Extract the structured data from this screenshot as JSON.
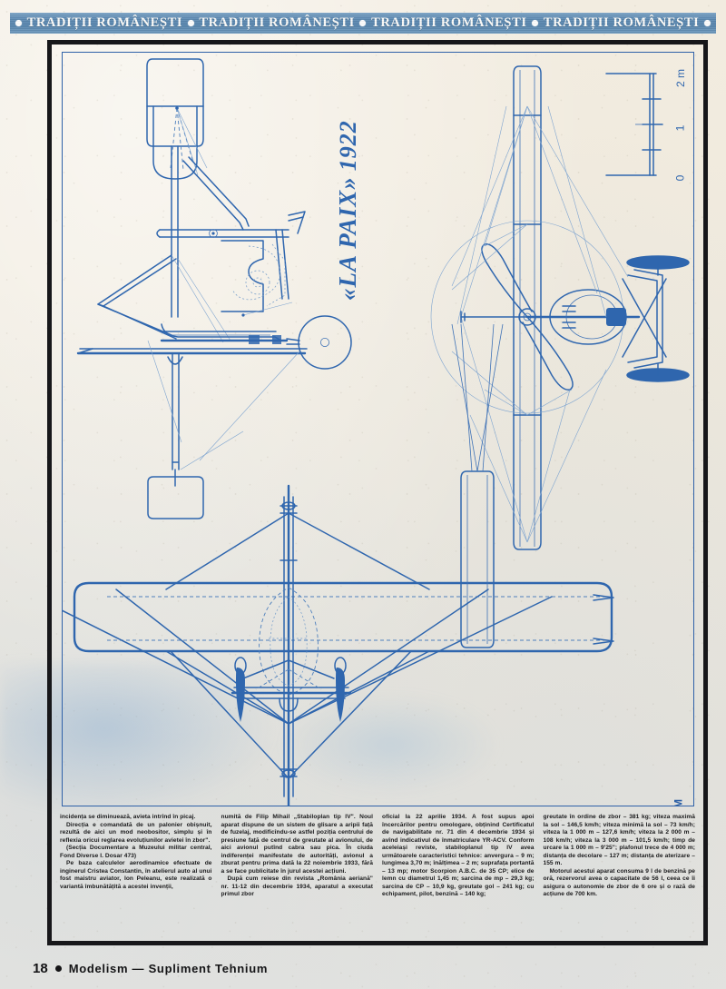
{
  "banner": {
    "repeats": [
      {
        "text": "TRADIȚII ROMÂNEȘTI"
      },
      {
        "text": "TRADIȚII ROMÂNEȘTI"
      },
      {
        "text": "TRADIȚII ROMÂNEȘTI"
      },
      {
        "text": "TRADIȚII ROMÂNEȘTI"
      }
    ],
    "bg_color": "#5f8cb4",
    "text_color": "#fdfdfb"
  },
  "plate": {
    "title_name": "«LA PAIX»",
    "title_year": "1922",
    "signature": "AM",
    "ink_color": "#2f66ae",
    "scale": {
      "unit_top": "2 m",
      "ticks": [
        "2 m",
        "1",
        "0"
      ]
    },
    "views": [
      {
        "name": "side-elevation-view"
      },
      {
        "name": "front-elevation-view"
      },
      {
        "name": "plan-top-view"
      }
    ]
  },
  "article": {
    "columns": [
      {
        "paragraphs": [
          "incidența se diminuează, avieta intrînd în picaj.",
          "Direcția e comandată de un palonier obișnuit, rezultă de aici un mod neobositor, simplu și în reflexia oricui reglarea evoluțiunilor avietei în zbor\".",
          "(Secția Documentare a Muzeului militar central, Fond Diverse I. Dosar 473)",
          "Pe baza calculelor aerodinamice efectuate de inginerul Cristea Constantin, în atelierul auto al unui fost maistru aviator, Ion Peleanu, este realizată o variantă îmbunătățită a acestei invenții,"
        ]
      },
      {
        "paragraphs": [
          "numită de Filip Mihail „Stabiloplan tip IV\". Noul aparat dispune de un sistem de glisare a aripii față de fuzelaj, modificîndu-se astfel poziția centrului de presiune față de centrul de greutate al avionului, de aici avionul putînd cabra sau pica. În ciuda indiferenței manifestate de autorități, avionul a zburat pentru prima dată la 22 noiembrie 1933, fără a se face publicitate în jurul acestei acțiuni.",
          "După cum reiese din revista „România aeriană\" nr. 11-12 din decembrie 1934, aparatul a executat primul zbor"
        ]
      },
      {
        "paragraphs": [
          "oficial la 22 aprilie 1934. A fost supus apoi încercărilor pentru omologare, obținind Certificatul de navigabilitate nr. 71 din 4 decembrie 1934 și avînd indicativul de înmatriculare YR-ACV. Conform aceleiași reviste, stabiloplanul tip IV avea următoarele caracteristici tehnice: anvergura – 9 m; lungimea 3,70 m; înălțimea – 2 m; suprafața portantă – 13 mp; motor Scorpion A.B.C. de 35 CP; elice de lemn cu diametrul 1,45 m; sarcina de mp – 29,3 kg; sarcina de CP – 10,9 kg, greutate gol – 241 kg; cu echipament, pilot, benzină – 140 kg;"
        ]
      },
      {
        "paragraphs": [
          "greutate în ordine de zbor – 381 kg; viteza maximă la sol – 146,5 km/h; viteza minimă la sol – 73 km/h; viteza la 1 000 m – 127,6 km/h; viteza la 2 000 m – 108 km/h; viteza la 3 000 m – 101,5 km/h; timp de urcare la 1 000 m – 9'25\"; plafonul trece de 4 000 m; distanța de decolare – 127 m; distanța de aterizare – 155 m.",
          "Motorul acestui aparat consuma 9 l de benzină pe oră, rezervorul avea o capacitate de 56 l, ceea ce îi asigura o autonomie de zbor de 6 ore și o rază de acțiune de 700 km."
        ]
      }
    ]
  },
  "footer": {
    "page_number": "18",
    "title": "Modelism — Supliment Tehnium"
  }
}
